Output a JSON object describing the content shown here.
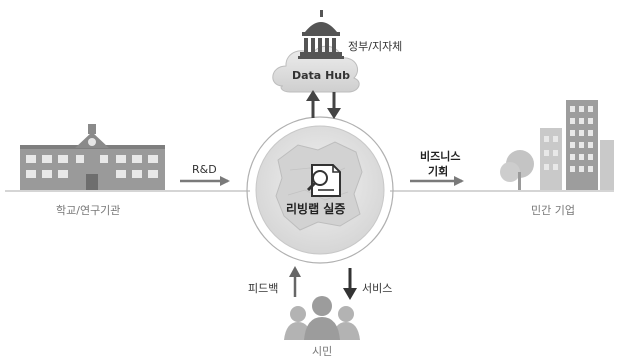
{
  "colors": {
    "line": "#9a9a9a",
    "arrow_dark": "#444444",
    "arrow_light": "#8a8a8a",
    "building": "#8c8c8c",
    "building_light": "#b5b5b5",
    "cloud": "#d9d9d9",
    "circle_fill": "#e9e9e9",
    "people": "#a5a5a5"
  },
  "nodes": {
    "government": {
      "label": "정부/지자체",
      "icon": "government-building-icon"
    },
    "data_hub": {
      "label": "Data Hub",
      "icon": "cloud-icon"
    },
    "school": {
      "label": "학교/연구기관",
      "icon": "school-building-icon"
    },
    "company": {
      "label": "민간 기업",
      "icon": "city-buildings-icon"
    },
    "center": {
      "label": "리빙랩 실증",
      "icon": "document-search-icon"
    },
    "citizen": {
      "label": "시민",
      "icon": "people-icon"
    }
  },
  "edges": {
    "rnd": "R&D",
    "business_line1": "비즈니스",
    "business_line2": "기회",
    "feedback": "피드백",
    "service": "서비스"
  }
}
